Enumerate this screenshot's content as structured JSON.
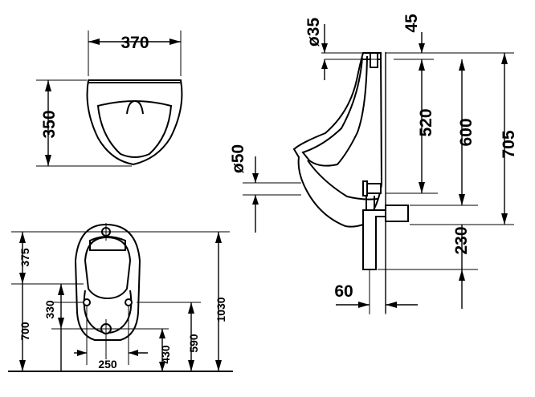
{
  "top_view": {
    "width": "370",
    "depth": "350"
  },
  "side_view": {
    "inlet_dia": "ø35",
    "rear_depth": "45",
    "inlet_height": "520",
    "outlet_height": "600",
    "overall_height": "705",
    "outlet_dia": "ø50",
    "drain_drop": "230",
    "drain_offset": "60"
  },
  "front_view": {
    "top_to_inlet": "375",
    "hole_spacing_v": "330",
    "fix_height": "700",
    "hole_spacing_h": "250",
    "lower_fix_height": "430",
    "outlet_center_height": "590",
    "top_height": "1030"
  }
}
